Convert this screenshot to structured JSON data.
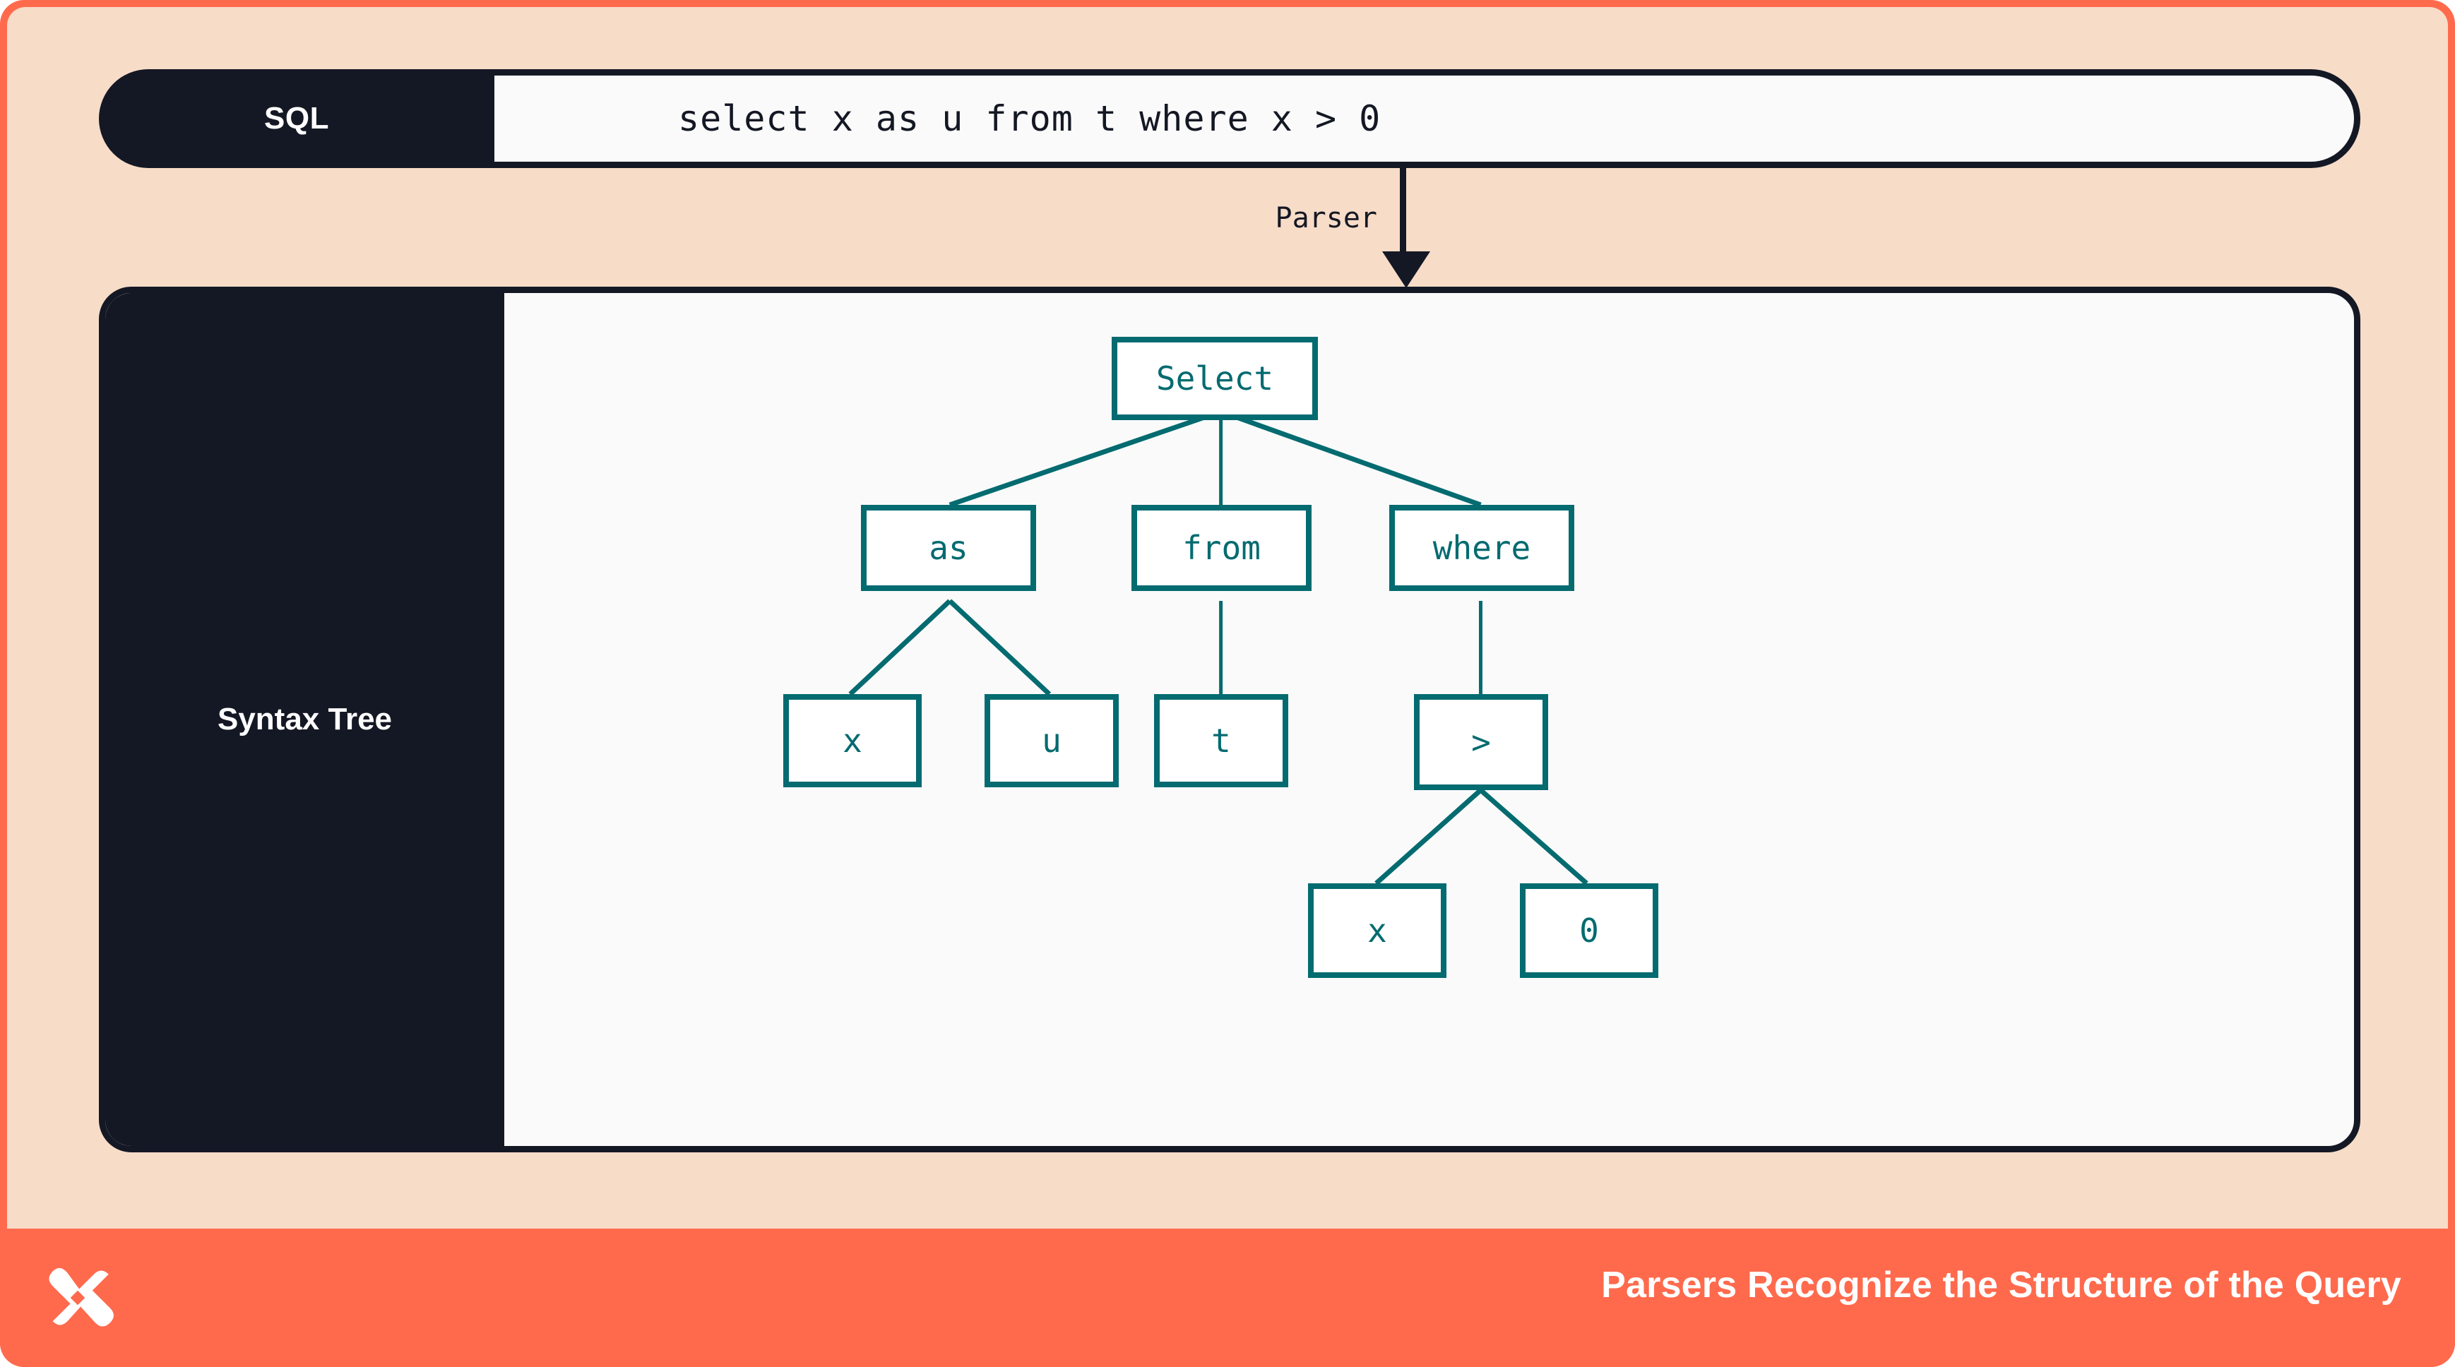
{
  "colors": {
    "frame_orange": "#ff6a4d",
    "background_peach": "#f7dcc8",
    "dark_navy": "#141824",
    "node_teal": "#046b70",
    "panel_white": "#fafafa"
  },
  "sql_row": {
    "label": "SQL",
    "query": "select x as u from t where x > 0"
  },
  "transform": {
    "label": "Parser",
    "direction": "down"
  },
  "tree_panel": {
    "label": "Syntax Tree"
  },
  "chart_data": {
    "type": "diagram",
    "title": "Syntax Tree",
    "nodes": [
      {
        "id": "select",
        "label": "Select",
        "level": 0
      },
      {
        "id": "as",
        "label": "as",
        "level": 1
      },
      {
        "id": "from",
        "label": "from",
        "level": 1
      },
      {
        "id": "where",
        "label": "where",
        "level": 1
      },
      {
        "id": "x1",
        "label": "x",
        "level": 2
      },
      {
        "id": "u",
        "label": "u",
        "level": 2
      },
      {
        "id": "t",
        "label": "t",
        "level": 2
      },
      {
        "id": "gt",
        "label": ">",
        "level": 2
      },
      {
        "id": "x2",
        "label": "x",
        "level": 3
      },
      {
        "id": "zero",
        "label": "0",
        "level": 3
      }
    ],
    "edges": [
      [
        "select",
        "as"
      ],
      [
        "select",
        "from"
      ],
      [
        "select",
        "where"
      ],
      [
        "as",
        "x1"
      ],
      [
        "as",
        "u"
      ],
      [
        "from",
        "t"
      ],
      [
        "where",
        "gt"
      ],
      [
        "gt",
        "x2"
      ],
      [
        "gt",
        "zero"
      ]
    ]
  },
  "footer": {
    "logo": "butterfly-x-logo",
    "caption": "Parsers Recognize the Structure of the Query"
  }
}
